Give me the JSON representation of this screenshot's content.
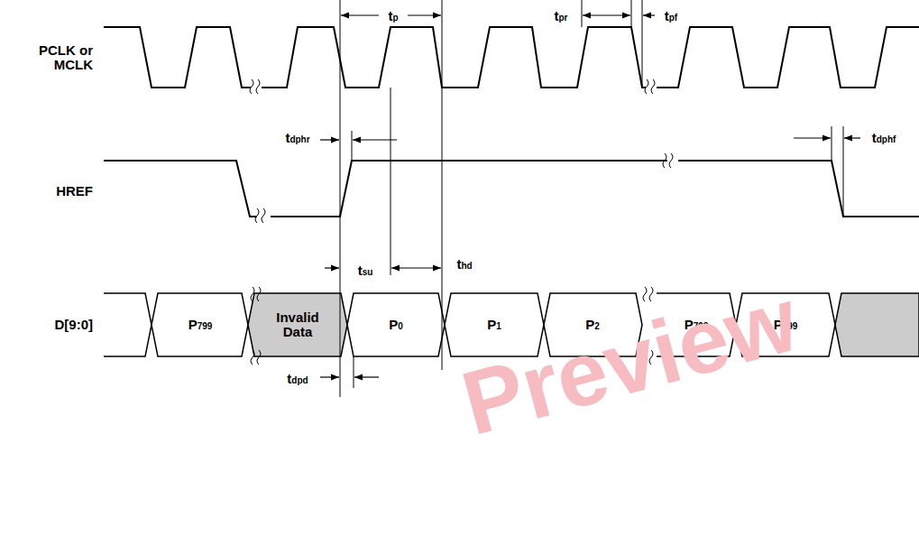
{
  "diagram": {
    "labels": [
      "PCLK or MCLK",
      "HREF",
      "D[9:0]",
      "tp",
      "tpr",
      "tpf",
      "tdphr",
      "tdphf",
      "tsu",
      "thd",
      "tdpd",
      "P799",
      "Invalid Data",
      "P0",
      "P1",
      "P2",
      "P798",
      "P799",
      "Preview"
    ]
  }
}
